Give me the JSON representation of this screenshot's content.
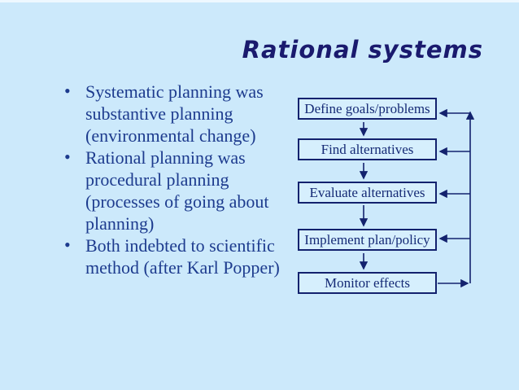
{
  "slide": {
    "title": "Rational systems",
    "bullets": [
      "Systematic planning was substantive planning (environmental change)",
      "Rational planning was procedural planning (processes of going about planning)",
      "Both indebted to scientific method (after Karl Popper)"
    ],
    "bullet_glyph": "•",
    "flowchart": {
      "boxes": [
        {
          "label": "Define goals/problems"
        },
        {
          "label": "Find alternatives"
        },
        {
          "label": "Evaluate alternatives"
        },
        {
          "label": "Implement plan/policy"
        },
        {
          "label": "Monitor effects"
        }
      ],
      "flow": "top-down with right-side feedback loop from Monitor effects back to upper boxes"
    },
    "colors": {
      "background": "#cce9fb",
      "title_text": "#1a1a6e",
      "bullet_text": "#1d3b8e",
      "box_border": "#13226e",
      "box_fill": "#d6effd",
      "arrow": "#13226e"
    }
  }
}
